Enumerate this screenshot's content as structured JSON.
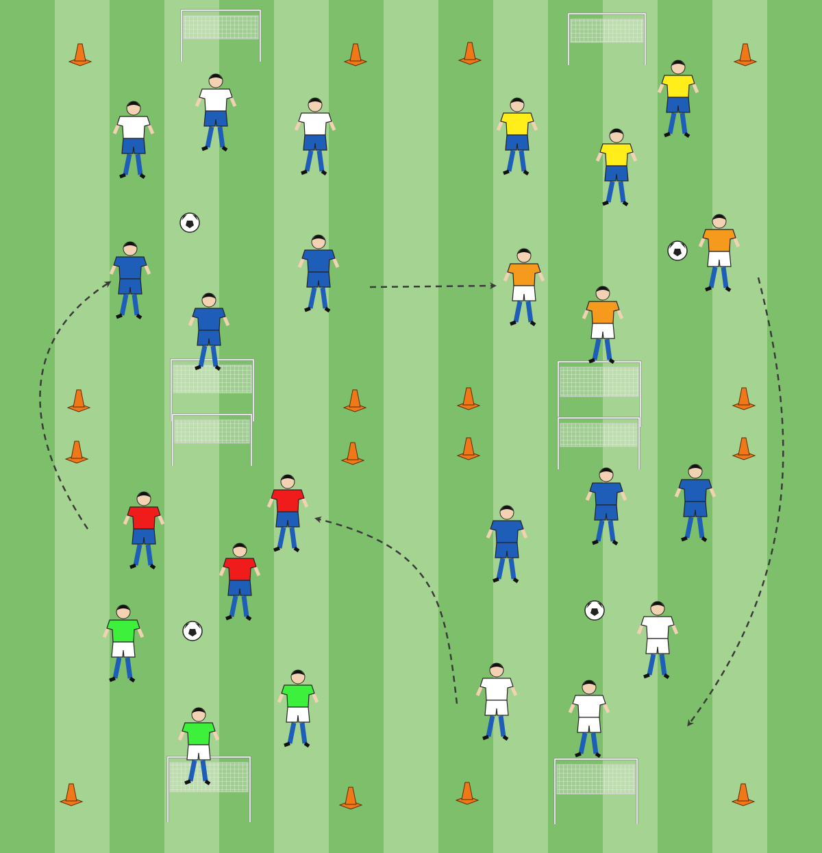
{
  "pitch": {
    "stripe_dark": "#7dbf6b",
    "stripe_light": "#a5d392",
    "cone_color": "#f07818",
    "line_color": "#3a3a3a"
  },
  "teams": [
    {
      "id": "white-blue",
      "shirt": "#ffffff",
      "shorts": "#1e5eb8",
      "count": 3
    },
    {
      "id": "blue",
      "shirt": "#1e5eb8",
      "shorts": "#1e5eb8",
      "count": 6
    },
    {
      "id": "yellow",
      "shirt": "#ffee1a",
      "shorts": "#1e5eb8",
      "count": 3
    },
    {
      "id": "orange",
      "shirt": "#f59a1c",
      "shorts": "#ffffff",
      "count": 3
    },
    {
      "id": "red",
      "shirt": "#f01c1c",
      "shorts": "#1e5eb8",
      "count": 3
    },
    {
      "id": "green",
      "shirt": "#3cf03c",
      "shorts": "#ffffff",
      "count": 3
    },
    {
      "id": "white",
      "shirt": "#ffffff",
      "shorts": "#ffffff",
      "count": 3
    }
  ],
  "counts": {
    "goals": 8,
    "cones": 16,
    "balls": 4,
    "arrows": 4
  }
}
